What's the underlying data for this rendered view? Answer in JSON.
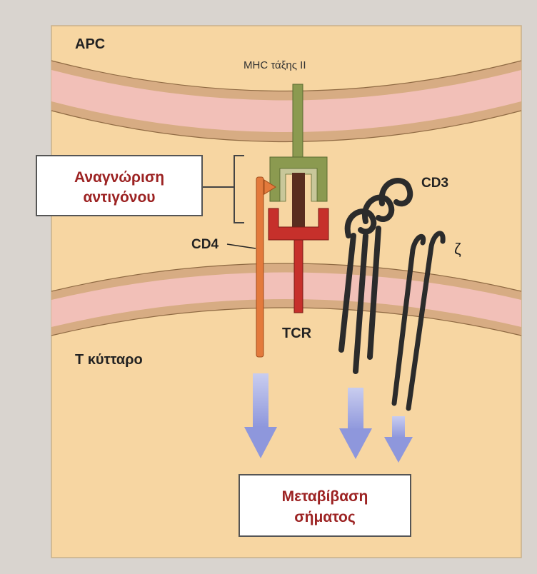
{
  "labels": {
    "apc": "APC",
    "mhc": "MHC τάξης II",
    "antigen_line1": "Αναγνώριση",
    "antigen_line2": "αντιγόνου",
    "cd4": "CD4",
    "cd3": "CD3",
    "zeta": "ζ",
    "tcr": "TCR",
    "tcell": "Τ κύτταρο",
    "signal_line1": "Μεταβίβαση",
    "signal_line2": "σήματος"
  },
  "colors": {
    "cytoplasm": "#f7d6a2",
    "membrane_outer": "#d7ac83",
    "membrane_inner": "#f2c0b8",
    "mhc": "#8b9a50",
    "mhc_light": "#c8c79a",
    "tcr": "#c6302b",
    "peptide": "#5a2d1f",
    "cd4": "#e37a3c",
    "cd3": "#2b2b2b",
    "arrow": "#9aa3e0",
    "label_red": "#9c2222",
    "text_dark": "#222222"
  }
}
